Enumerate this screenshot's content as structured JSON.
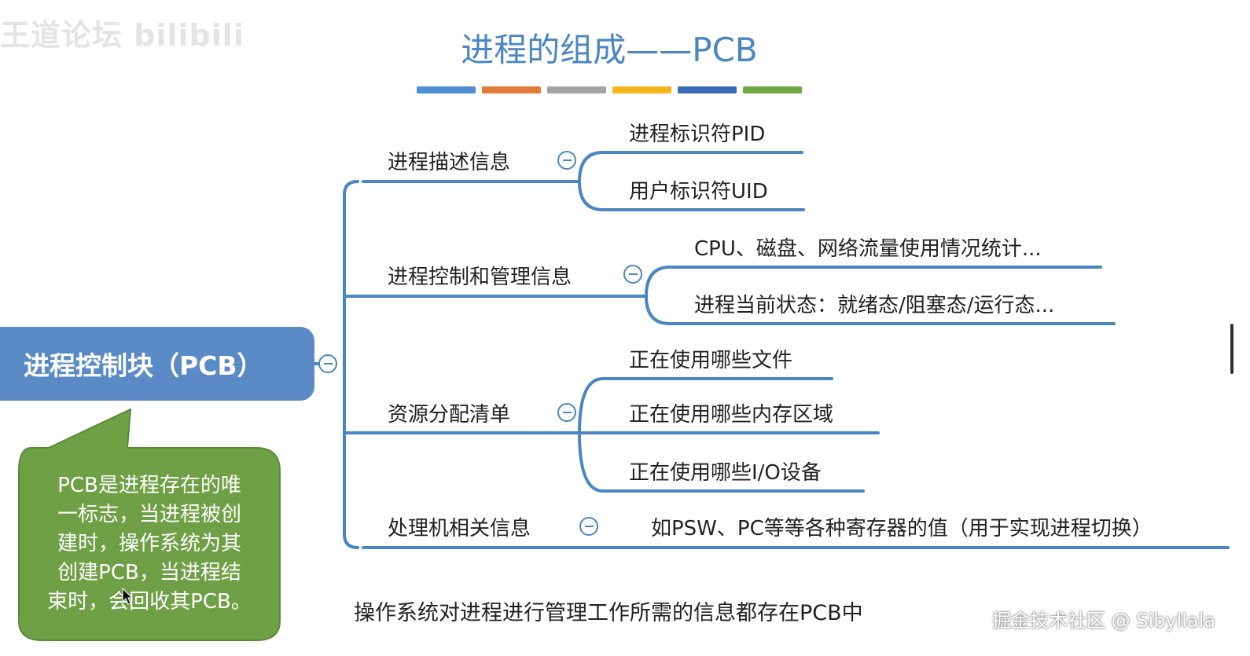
{
  "watermark": "王道论坛 bilibili",
  "title": "进程的组成——PCB",
  "title_bar_colors": [
    "#4d8fd1",
    "#e07b39",
    "#a5a5a5",
    "#f3b71b",
    "#3b6bb4",
    "#6fa844"
  ],
  "accent_color": "#4a86c2",
  "root": {
    "label": "进程控制块（PCB）",
    "color": "#5a8bc6"
  },
  "branches": [
    {
      "label": "进程描述信息",
      "leaves": [
        "进程标识符PID",
        "用户标识符UID"
      ]
    },
    {
      "label": "进程控制和管理信息",
      "leaves": [
        "CPU、磁盘、网络流量使用情况统计...",
        "进程当前状态：就绪态/阻塞态/运行态..."
      ]
    },
    {
      "label": "资源分配清单",
      "leaves": [
        "正在使用哪些文件",
        "正在使用哪些内存区域",
        "正在使用哪些I/O设备"
      ]
    },
    {
      "label": "处理机相关信息",
      "leaves": [
        "如PSW、PC等等各种寄存器的值（用于实现进程切换）"
      ]
    }
  ],
  "bubble": {
    "color": "#6fa046",
    "lines": [
      "PCB是进程存在的唯",
      "一标志，当进程被创",
      "建时，操作系统为其",
      "创建PCB，当进程结",
      "束时，会回收其PCB。"
    ]
  },
  "footnote": "操作系统对进程进行管理工作所需的信息都存在PCB中",
  "credit": "掘金技术社区 @ Sibyllala"
}
